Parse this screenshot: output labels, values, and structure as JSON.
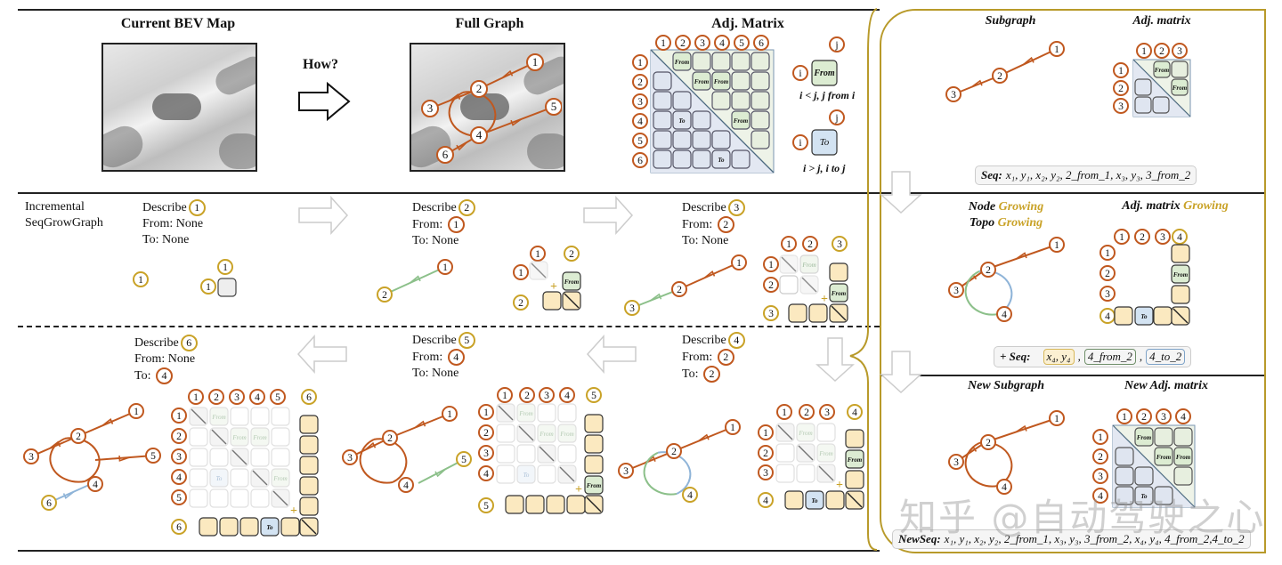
{
  "top": {
    "bev_title": "Current BEV Map",
    "how_label": "How?",
    "full_graph_title": "Full Graph",
    "adj_title": "Adj.  Matrix",
    "legend_from": {
      "i": "i",
      "j": "j",
      "cell": "From",
      "rule": "i < j, j from i"
    },
    "legend_to": {
      "i": "i",
      "j": "j",
      "cell": "To",
      "rule": "i > j, i to j"
    }
  },
  "colors": {
    "edge_orange": "#c0581f",
    "edge_green": "#8cc08a",
    "edge_blue": "#8fb4d8",
    "node_gold": "#c9a227",
    "cell_from": "#dcecd2",
    "cell_to": "#d3e3f2",
    "cell_new": "#fbe9c0",
    "panel_border": "#b89a2a"
  },
  "full_graph": {
    "nodes": [
      "1",
      "2",
      "3",
      "4",
      "5",
      "6"
    ],
    "edges": [
      [
        "1",
        "2"
      ],
      [
        "2",
        "3"
      ],
      [
        "2",
        "4"
      ],
      [
        "4",
        "2"
      ],
      [
        "4",
        "5"
      ],
      [
        "6",
        "4"
      ]
    ]
  },
  "full_matrix": {
    "size": 6,
    "labels": [
      "1",
      "2",
      "3",
      "4",
      "5",
      "6"
    ],
    "from_cells": [
      [
        1,
        2
      ],
      [
        2,
        3
      ],
      [
        2,
        4
      ],
      [
        4,
        5
      ]
    ],
    "to_cells": [
      [
        4,
        2
      ],
      [
        6,
        4
      ]
    ]
  },
  "left_label": {
    "line1": "Incremental",
    "line2": "SeqGrowGraph"
  },
  "steps": [
    {
      "describe": "Describe",
      "node": "1",
      "from_label": "From:",
      "from": "None",
      "to_label": "To:",
      "to": "None"
    },
    {
      "describe": "Describe",
      "node": "2",
      "from_label": "From:",
      "from": "1",
      "to_label": "To:",
      "to": "None"
    },
    {
      "describe": "Describe",
      "node": "3",
      "from_label": "From:",
      "from": "2",
      "to_label": "To:",
      "to": "None"
    },
    {
      "describe": "Describe",
      "node": "4",
      "from_label": "From:",
      "from": "2",
      "to_label": "To:",
      "to": "2"
    },
    {
      "describe": "Describe",
      "node": "5",
      "from_label": "From:",
      "from": "4",
      "to_label": "To:",
      "to": "None"
    },
    {
      "describe": "Describe",
      "node": "6",
      "from_label": "From:",
      "from": "None",
      "to_label": "To:",
      "to": "4"
    }
  ],
  "right_panel": {
    "subgraph_title": "Subgraph",
    "adj_title": "Adj. matrix",
    "seq_label": "Seq:",
    "seq_value": "x₁, y₁, x₂, y₂, 2_from_1, x₃, y₃, 3_from_2",
    "node_growing_a": "Node",
    "node_growing_b": "Growing",
    "topo_growing_a": "Topo",
    "topo_growing_b": "Growing",
    "adj_growing_a": "Adj. matrix",
    "adj_growing_b": "Growing",
    "plus_seq_label": "+ Seq:",
    "plus_seq_items": [
      "x₄, y₄",
      "4_from_2",
      "4_to_2"
    ],
    "new_subgraph_title": "New Subgraph",
    "new_adj_title": "New Adj. matrix",
    "new_seq_label": "NewSeq:",
    "new_seq_value": "x₁, y₁, x₂, y₂, 2_from_1, x₃, y₃, 3_from_2, x₄, y₄, 4_from_2,4_to_2"
  },
  "watermark": "知乎 @自动驾驶之心"
}
